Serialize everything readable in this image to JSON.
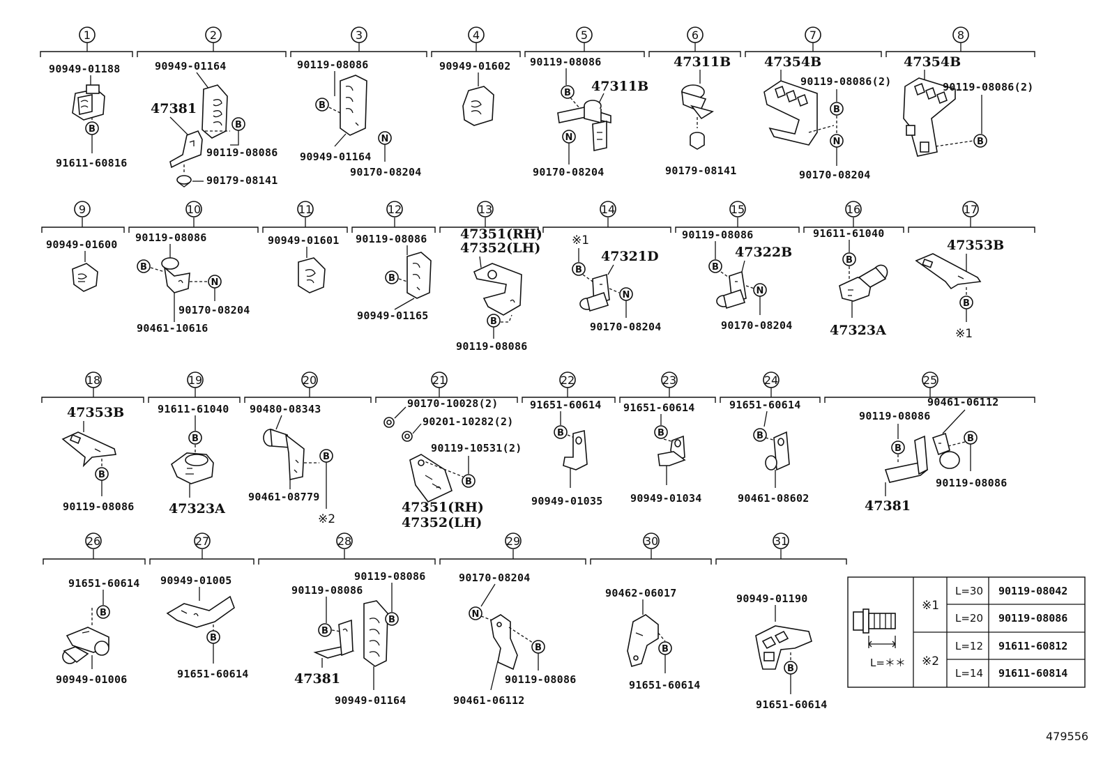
{
  "drawing_ref": "479556",
  "groups": [
    {
      "index": "1",
      "labels": [
        "90949-01188",
        "91611-60816"
      ],
      "symbols": [
        "B"
      ]
    },
    {
      "index": "2",
      "labels": [
        "90949-01164",
        "47381",
        "90119-08086",
        "90179-08141"
      ],
      "symbols": [
        "B"
      ]
    },
    {
      "index": "3",
      "labels": [
        "90119-08086",
        "90949-01164",
        "90170-08204"
      ],
      "symbols": [
        "B",
        "N"
      ]
    },
    {
      "index": "4",
      "labels": [
        "90949-01602"
      ],
      "symbols": []
    },
    {
      "index": "5",
      "labels": [
        "90119-08086",
        "47311B",
        "90170-08204"
      ],
      "symbols": [
        "B",
        "N"
      ]
    },
    {
      "index": "6",
      "labels": [
        "47311B",
        "90179-08141"
      ],
      "symbols": []
    },
    {
      "index": "7",
      "labels": [
        "47354B",
        "90119-08086(2)",
        "90170-08204"
      ],
      "symbols": [
        "B",
        "N"
      ]
    },
    {
      "index": "8",
      "labels": [
        "47354B",
        "90119-08086(2)"
      ],
      "symbols": [
        "B"
      ]
    },
    {
      "index": "9",
      "labels": [
        "90949-01600"
      ],
      "symbols": []
    },
    {
      "index": "10",
      "labels": [
        "90119-08086",
        "90170-08204",
        "90461-10616"
      ],
      "symbols": [
        "B",
        "N"
      ]
    },
    {
      "index": "11",
      "labels": [
        "90949-01601"
      ],
      "symbols": []
    },
    {
      "index": "12",
      "labels": [
        "90119-08086",
        "90949-01165"
      ],
      "symbols": [
        "B"
      ]
    },
    {
      "index": "13",
      "labels": [
        "47351(RH)",
        "47352(LH)",
        "90119-08086"
      ],
      "symbols": [
        "B"
      ]
    },
    {
      "index": "14",
      "labels": [
        "※1",
        "47321D",
        "90170-08204"
      ],
      "symbols": [
        "B",
        "N"
      ]
    },
    {
      "index": "15",
      "labels": [
        "90119-08086",
        "47322B",
        "90170-08204"
      ],
      "symbols": [
        "B",
        "N"
      ]
    },
    {
      "index": "16",
      "labels": [
        "91611-61040",
        "47323A"
      ],
      "symbols": [
        "B"
      ]
    },
    {
      "index": "17",
      "labels": [
        "47353B",
        "※1"
      ],
      "symbols": [
        "B"
      ]
    },
    {
      "index": "18",
      "labels": [
        "47353B",
        "90119-08086"
      ],
      "symbols": [
        "B"
      ]
    },
    {
      "index": "19",
      "labels": [
        "91611-61040",
        "47323A"
      ],
      "symbols": [
        "B"
      ]
    },
    {
      "index": "20",
      "labels": [
        "90480-08343",
        "90461-08779",
        "※2"
      ],
      "symbols": [
        "B"
      ]
    },
    {
      "index": "21",
      "labels": [
        "90170-10028(2)",
        "90201-10282(2)",
        "90119-10531(2)",
        "47351(RH)",
        "47352(LH)"
      ],
      "symbols": [
        "B"
      ]
    },
    {
      "index": "22",
      "labels": [
        "91651-60614",
        "90949-01035"
      ],
      "symbols": [
        "B"
      ]
    },
    {
      "index": "23",
      "labels": [
        "91651-60614",
        "90949-01034"
      ],
      "symbols": [
        "B"
      ]
    },
    {
      "index": "24",
      "labels": [
        "91651-60614",
        "90461-08602"
      ],
      "symbols": [
        "B"
      ]
    },
    {
      "index": "25",
      "labels": [
        "90461-06112",
        "90119-08086",
        "90119-08086",
        "47381"
      ],
      "symbols": [
        "B",
        "B"
      ]
    },
    {
      "index": "26",
      "labels": [
        "91651-60614",
        "90949-01006"
      ],
      "symbols": [
        "B"
      ]
    },
    {
      "index": "27",
      "labels": [
        "90949-01005",
        "91651-60614"
      ],
      "symbols": [
        "B"
      ]
    },
    {
      "index": "28",
      "labels": [
        "90119-08086",
        "90119-08086",
        "47381",
        "90949-01164"
      ],
      "symbols": [
        "B",
        "B"
      ]
    },
    {
      "index": "29",
      "labels": [
        "90170-08204",
        "90119-08086",
        "90461-06112"
      ],
      "symbols": [
        "N",
        "B"
      ]
    },
    {
      "index": "30",
      "labels": [
        "90462-06017",
        "91651-60614"
      ],
      "symbols": [
        "B"
      ]
    },
    {
      "index": "31",
      "labels": [
        "90949-01190",
        "91651-60614"
      ],
      "symbols": [
        "B"
      ]
    }
  ],
  "bolt_table": {
    "length_label": "L=＊＊",
    "rows": [
      {
        "mark": "※1",
        "length": "L=30",
        "part": "90119-08042"
      },
      {
        "mark": "",
        "length": "L=20",
        "part": "90119-08086"
      },
      {
        "mark": "※2",
        "length": "L=12",
        "part": "91611-60812"
      },
      {
        "mark": "",
        "length": "L=14",
        "part": "91611-60814"
      }
    ]
  }
}
